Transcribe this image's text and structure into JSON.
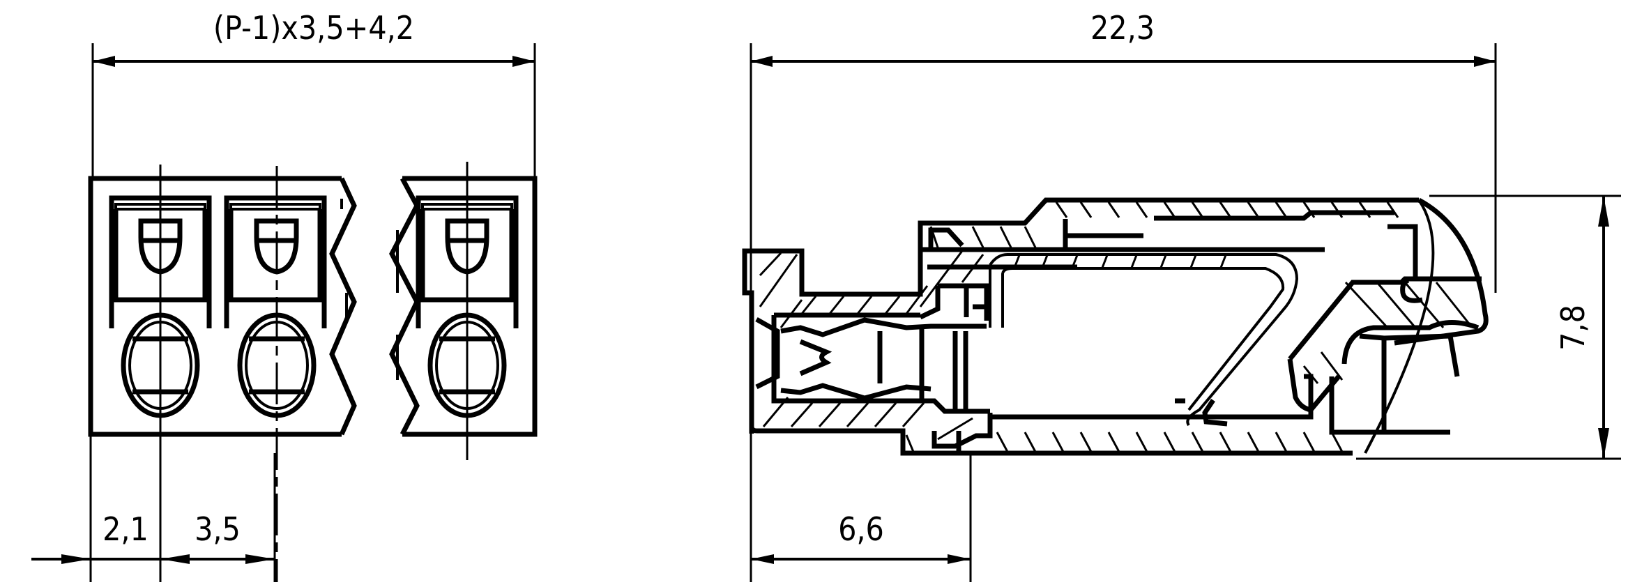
{
  "drawing": {
    "type": "technical_drawing",
    "subject": "pluggable terminal block connector, front view and side section",
    "line_color": "#000000",
    "background": "#ffffff"
  },
  "front_view": {
    "dimensions": {
      "overall_width": "(P-1)x3,5+4,2",
      "edge_to_first_pin": "2,1",
      "pitch": "3,5"
    },
    "pole_count_shown": 3
  },
  "side_view": {
    "dimensions": {
      "overall_length": "22,3",
      "height": "7,8",
      "front_section_length": "6,6"
    }
  }
}
